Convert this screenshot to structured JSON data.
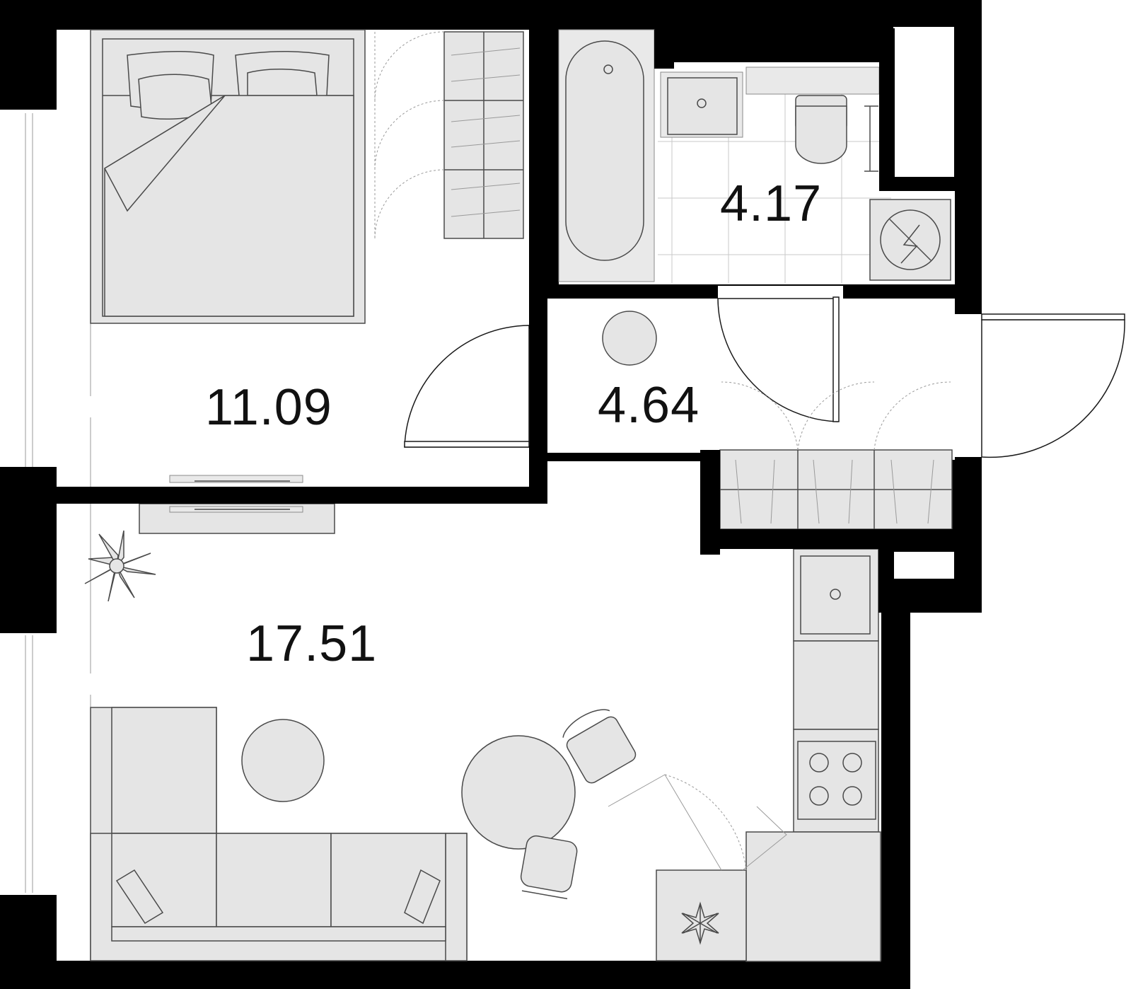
{
  "rooms": [
    {
      "id": "bedroom",
      "area": "11.09"
    },
    {
      "id": "hallway",
      "area": "4.64"
    },
    {
      "id": "bathroom",
      "area": "4.17"
    },
    {
      "id": "living-kitchen",
      "area": "17.51"
    }
  ],
  "icons": {
    "freezer": "snowflake-icon",
    "boiler": "boiler-icon",
    "plant": "plant-icon"
  },
  "colors": {
    "wall": "#000000",
    "furniture": "#e5e5e5",
    "background": "#ffffff"
  }
}
